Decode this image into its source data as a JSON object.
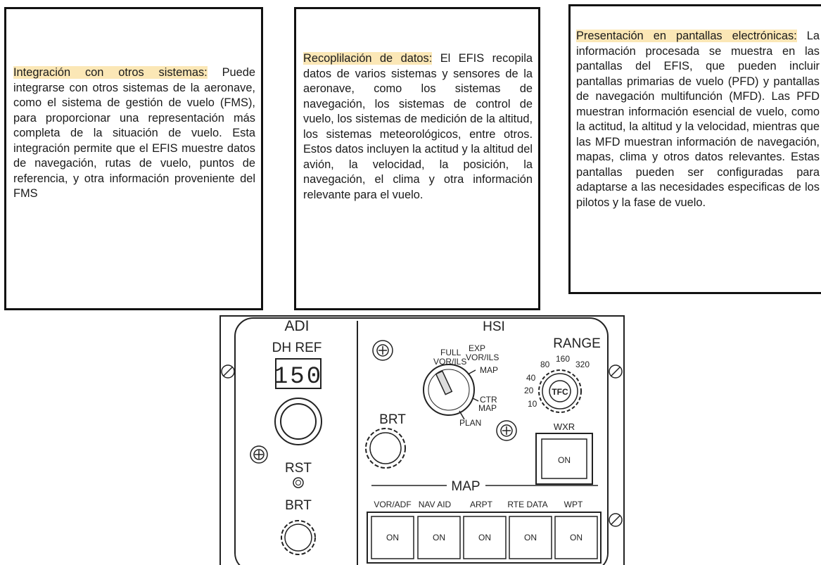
{
  "box1": {
    "highlight": "Integración con otros sistemas:",
    "text": " Puede integrarse con otros sistemas de la aeronave, como el sistema de gestión de vuelo (FMS), para proporcionar una representación más completa de la situación de vuelo. Esta integración permite que el EFIS muestre datos de navegación, rutas de vuelo, puntos de referencia, y otra información proveniente del FMS"
  },
  "box2": {
    "highlight": "Recoplilación de datos:",
    "text": " El EFIS recopila datos de varios sistemas y sensores de la aeronave, como los sistemas de navegación, los sistemas de control de vuelo, los sistemas de medición de la altitud, los sistemas meteorológicos, entre otros. Estos datos incluyen la actitud y la altitud del avión, la velocidad, la posición, la navegación, el clima y otra información relevante para el vuelo."
  },
  "box3": {
    "highlight": "Presentación en pantallas electrónicas:",
    "text": " La información procesada se muestra en las pantallas del EFIS, que pueden incluir pantallas primarias de vuelo (PFD) y pantallas de navegación multifunción (MFD). Las PFD muestran información esencial de vuelo, como la actitud, la altitud y la velocidad, mientras que las MFD muestran información de navegación, mapas, clima y otros datos relevantes. Estas pantallas pueden ser configuradas para adaptarse a las necesidades especificas de los pilotos y la fase de vuelo."
  },
  "panel": {
    "adi": "ADI",
    "hsi": "HSI",
    "dh_ref": "DH REF",
    "dh_value": "150",
    "rst": "RST",
    "brt_left": "BRT",
    "brt_right": "BRT",
    "range": "RANGE",
    "range_values": [
      "10",
      "20",
      "40",
      "80",
      "160",
      "320"
    ],
    "tfc": "TFC",
    "mode_full": "FULL",
    "mode_vorils": "VOR/ILS",
    "mode_exp": "EXP",
    "mode_exp_vorils": "VOR/ILS",
    "mode_map": "MAP",
    "mode_ctr": "CTR",
    "mode_ctr_map": "MAP",
    "mode_plan": "PLAN",
    "wxr": "WXR",
    "wxr_on": "ON",
    "map": "MAP",
    "map_buttons": [
      {
        "label": "VOR/ADF",
        "on": "ON"
      },
      {
        "label": "NAV AID",
        "on": "ON"
      },
      {
        "label": "ARPT",
        "on": "ON"
      },
      {
        "label": "RTE DATA",
        "on": "ON"
      },
      {
        "label": "WPT",
        "on": "ON"
      }
    ]
  }
}
